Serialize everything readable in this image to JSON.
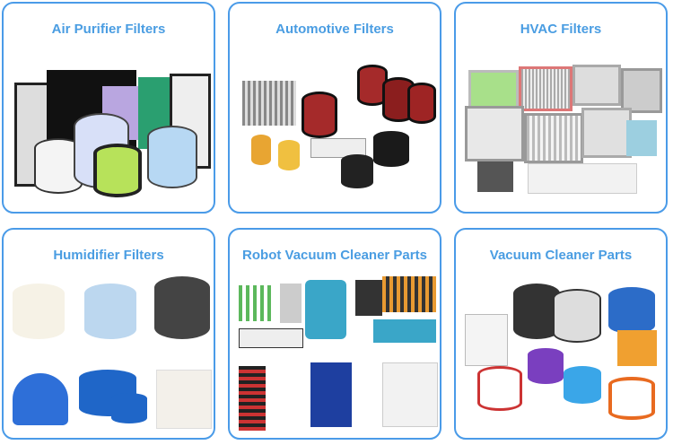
{
  "categories": [
    {
      "title": "Air Purifier Filters"
    },
    {
      "title": "Automotive Filters"
    },
    {
      "title": "HVAC Filters"
    },
    {
      "title": "Humidifier Filters"
    },
    {
      "title": "Robot Vacuum Cleaner Parts"
    },
    {
      "title": "Vacuum Cleaner Parts"
    }
  ],
  "colors": {
    "accent": "#4a9be8"
  }
}
